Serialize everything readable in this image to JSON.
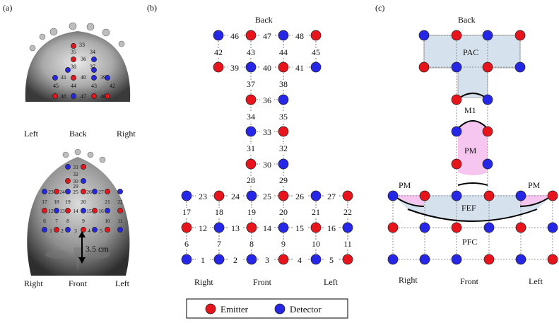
{
  "panel_labels": [
    "(a)",
    "(b)",
    "(c)"
  ],
  "photo_top": {
    "labels": {
      "left": "Left",
      "center": "Back",
      "right": "Right"
    }
  },
  "photo_bottom": {
    "labels": {
      "left": "Right",
      "center": "Front",
      "right": "Left"
    },
    "distance_label": "3.5 cm"
  },
  "panel_b": {
    "top_label": "Back",
    "bottom_labels": {
      "left": "Right",
      "center": "Front",
      "right": "Left"
    }
  },
  "panel_c": {
    "top_label": "Back",
    "bottom_labels": {
      "left": "Right",
      "center": "Front",
      "right": "Left"
    },
    "regions": {
      "pac": "PAC",
      "m1": "M1",
      "pm_center": "PM",
      "pm_left": "PM",
      "pm_right": "PM",
      "fef": "FEF",
      "pfc": "PFC"
    }
  },
  "legend": {
    "emitter": "Emitter",
    "detector": "Detector"
  },
  "colors": {
    "emitter": "#e8141c",
    "detector": "#2626e6",
    "line": "#777777",
    "pac_fill": "#d6e1ee",
    "pm_fill": "#f7c6f0",
    "fef_fill": "#d6e1ee"
  },
  "top_photo_numbers": [
    "33",
    "35",
    "34",
    "36",
    "38",
    "37",
    "41",
    "40",
    "39",
    "45",
    "44",
    "43",
    "42",
    "48",
    "47",
    "46"
  ],
  "bottom_photo_numbers": [
    "33",
    "32",
    "30",
    "29",
    "23",
    "24",
    "25",
    "26",
    "27",
    "17",
    "18",
    "19",
    "20",
    "21",
    "22",
    "12",
    "13",
    "14",
    "15",
    "16",
    "6",
    "7",
    "8",
    "9",
    "10",
    "11",
    "1",
    "2",
    "3",
    "4",
    "5"
  ],
  "channel_labels": [
    "46",
    "47",
    "48",
    "42",
    "43",
    "44",
    "45",
    "39",
    "40",
    "41",
    "37",
    "38",
    "36",
    "34",
    "35",
    "33",
    "31",
    "32",
    "30",
    "28",
    "29",
    "23",
    "24",
    "25",
    "26",
    "27",
    "17",
    "18",
    "19",
    "20",
    "21",
    "22",
    "12",
    "13",
    "14",
    "15",
    "16",
    "6",
    "7",
    "8",
    "9",
    "10",
    "11",
    "1",
    "2",
    "3",
    "4",
    "5"
  ]
}
